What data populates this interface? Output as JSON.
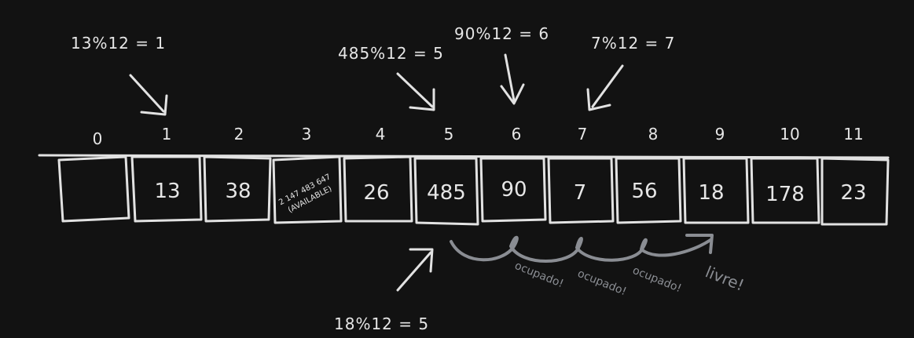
{
  "table": {
    "indices": [
      "0",
      "1",
      "2",
      "3",
      "4",
      "5",
      "6",
      "7",
      "8",
      "9",
      "10",
      "11"
    ],
    "values": [
      "",
      "13",
      "38",
      "",
      "26",
      "485",
      "90",
      "7",
      "56",
      "18",
      "178",
      "23"
    ],
    "special_cell": {
      "line1": "2 147 483 647",
      "line2": "(AVAILABLE)"
    }
  },
  "formulas": {
    "f13": "13%12 = 1",
    "f485": "485%12 = 5",
    "f90": "90%12 = 6",
    "f7": "7%12 = 7",
    "f18": "18%12 = 5"
  },
  "probe": {
    "occupied_1": "ocupado!",
    "occupied_2": "ocupado!",
    "occupied_3": "ocupado!",
    "free": "livre!"
  },
  "colors": {
    "background": "#121212",
    "ink": "#e2e2e2",
    "probe": "#8a8d93"
  }
}
